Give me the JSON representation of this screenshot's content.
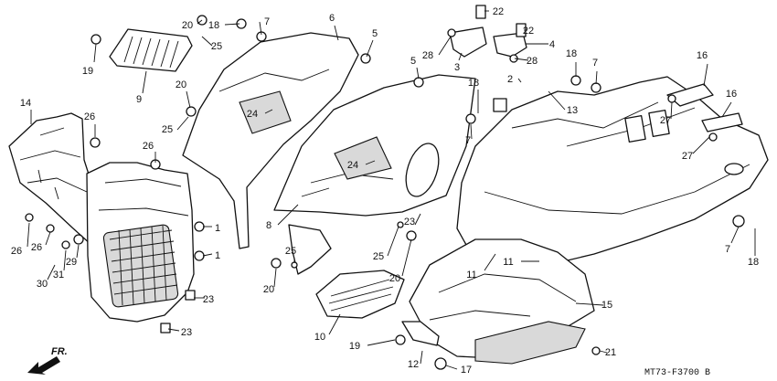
{
  "diagram": {
    "drawing_code": "MT73-F3700 B",
    "direction_label": "FR.",
    "callouts": [
      {
        "id": "c20a",
        "label": "20"
      },
      {
        "id": "c18a",
        "label": "18"
      },
      {
        "id": "c7a",
        "label": "7"
      },
      {
        "id": "c6",
        "label": "6"
      },
      {
        "id": "c5a",
        "label": "5"
      },
      {
        "id": "c22a",
        "label": "22"
      },
      {
        "id": "c22b",
        "label": "22"
      },
      {
        "id": "c19a",
        "label": "19"
      },
      {
        "id": "c25a",
        "label": "25"
      },
      {
        "id": "c9",
        "label": "9"
      },
      {
        "id": "c3",
        "label": "3"
      },
      {
        "id": "c28a",
        "label": "28"
      },
      {
        "id": "c4",
        "label": "4"
      },
      {
        "id": "c28b",
        "label": "28"
      },
      {
        "id": "c18b",
        "label": "18"
      },
      {
        "id": "c7b",
        "label": "7"
      },
      {
        "id": "c16a",
        "label": "16"
      },
      {
        "id": "c5b",
        "label": "5"
      },
      {
        "id": "c2",
        "label": "2"
      },
      {
        "id": "c20b",
        "label": "20"
      },
      {
        "id": "c18c",
        "label": "18"
      },
      {
        "id": "c14",
        "label": "14"
      },
      {
        "id": "c26a",
        "label": "26"
      },
      {
        "id": "c24a",
        "label": "24"
      },
      {
        "id": "c25b",
        "label": "25"
      },
      {
        "id": "c13",
        "label": "13"
      },
      {
        "id": "c16b",
        "label": "16"
      },
      {
        "id": "c27a",
        "label": "27"
      },
      {
        "id": "c7c",
        "label": "7"
      },
      {
        "id": "c27b",
        "label": "27"
      },
      {
        "id": "c26b",
        "label": "26"
      },
      {
        "id": "c24b",
        "label": "24"
      },
      {
        "id": "c8",
        "label": "8"
      },
      {
        "id": "c1a",
        "label": "1"
      },
      {
        "id": "c23a",
        "label": "23"
      },
      {
        "id": "c1b",
        "label": "1"
      },
      {
        "id": "c26c",
        "label": "26"
      },
      {
        "id": "c26d",
        "label": "26"
      },
      {
        "id": "c29",
        "label": "29"
      },
      {
        "id": "c31",
        "label": "31"
      },
      {
        "id": "c30",
        "label": "30"
      },
      {
        "id": "c25c",
        "label": "25"
      },
      {
        "id": "c25d",
        "label": "25"
      },
      {
        "id": "c20c",
        "label": "20"
      },
      {
        "id": "c20d",
        "label": "20"
      },
      {
        "id": "c11a",
        "label": "11"
      },
      {
        "id": "c11b",
        "label": "11"
      },
      {
        "id": "c7d",
        "label": "7"
      },
      {
        "id": "c18d",
        "label": "18"
      },
      {
        "id": "c15",
        "label": "15"
      },
      {
        "id": "c23b",
        "label": "23"
      },
      {
        "id": "c23c",
        "label": "23"
      },
      {
        "id": "c10",
        "label": "10"
      },
      {
        "id": "c19b",
        "label": "19"
      },
      {
        "id": "c12",
        "label": "12"
      },
      {
        "id": "c17",
        "label": "17"
      },
      {
        "id": "c21",
        "label": "21"
      }
    ]
  }
}
